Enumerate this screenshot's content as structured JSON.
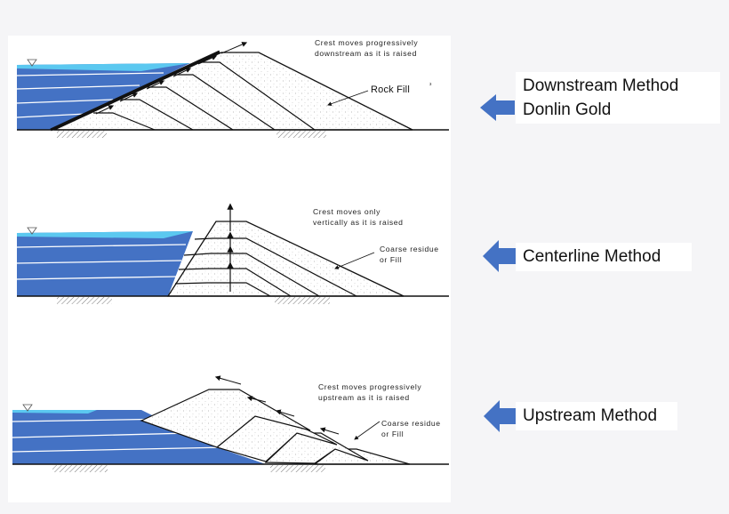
{
  "diagrams": [
    {
      "method_label": "Downstream Method",
      "sub_label": "Donlin Gold",
      "annotation_lines": [
        "Crest moves progressively",
        "downstream as it is raised"
      ],
      "fill_label": "Rock Fill",
      "fill_mark": "³"
    },
    {
      "method_label": "Centerline Method",
      "annotation_lines": [
        "Crest moves only",
        "vertically as it is raised"
      ],
      "fill_label_lines": [
        "Coarse residue",
        "or Fill"
      ]
    },
    {
      "method_label": "Upstream Method",
      "annotation_lines": [
        "Crest moves progressively",
        "upstream as it is raised"
      ],
      "fill_label_lines": [
        "Coarse residue",
        "or Fill"
      ]
    }
  ],
  "colors": {
    "tailings": "#4472c4",
    "water": "#5bc8f0",
    "fill": "#ffffff",
    "pointer": "#4472c4",
    "line": "#111111"
  },
  "icons": [
    "left-arrow-icon",
    "water-level-icon",
    "ground-hatch-icon",
    "raise-arrow-icon"
  ]
}
